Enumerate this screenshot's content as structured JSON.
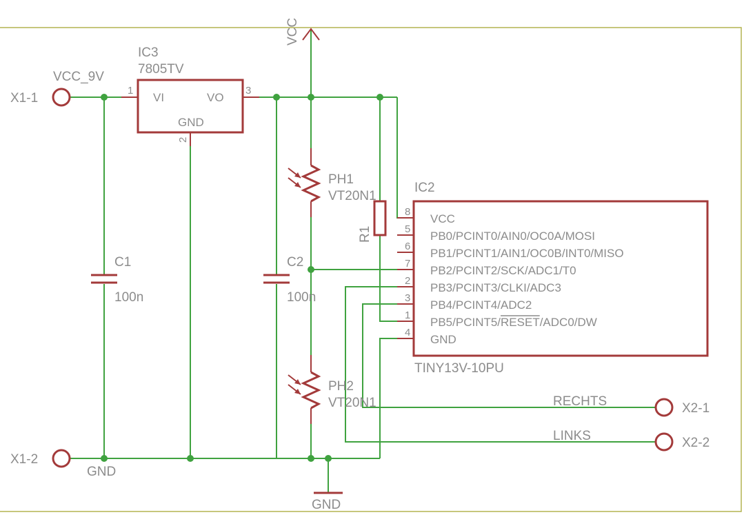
{
  "supply": {
    "vcc": "VCC",
    "vcc_9v": "VCC_9V",
    "gnd_bottom": "GND",
    "gnd_left": "GND"
  },
  "connectors": {
    "x1_1": "X1-1",
    "x1_2": "X1-2",
    "x2_1": "X2-1",
    "x2_2": "X2-2"
  },
  "ic3": {
    "name": "IC3",
    "value": "7805TV",
    "pins": {
      "vi": "VI",
      "vo": "VO",
      "gnd": "GND",
      "n1": "1",
      "n2": "2",
      "n3": "3"
    }
  },
  "capacitors": {
    "c1": {
      "name": "C1",
      "value": "100n"
    },
    "c2": {
      "name": "C2",
      "value": "100n"
    }
  },
  "photoresistors": {
    "ph1": {
      "name": "PH1",
      "value": "VT20N1"
    },
    "ph2": {
      "name": "PH2",
      "value": "VT20N1"
    }
  },
  "r1": {
    "name": "R1"
  },
  "ic2": {
    "name": "IC2",
    "value": "TINY13V-10PU",
    "pins": [
      {
        "num": "8",
        "label": "VCC"
      },
      {
        "num": "5",
        "label": "PB0/PCINT0/AIN0/OC0A/MOSI"
      },
      {
        "num": "6",
        "label": "PB1/PCINT1/AIN1/OC0B/INT0/MISO"
      },
      {
        "num": "7",
        "label": "PB2/PCINT2/SCK/ADC1/T0"
      },
      {
        "num": "2",
        "label": "PB3/PCINT3/CLKI/ADC3"
      },
      {
        "num": "3",
        "label": "PB4/PCINT4/ADC2"
      },
      {
        "num": "1",
        "label": "PB5/PCINT5/RESET/ADC0/DW",
        "overline": "RESET"
      },
      {
        "num": "4",
        "label": "GND"
      }
    ]
  },
  "nets": {
    "rechts": "RECHTS",
    "links": "LINKS"
  },
  "colors": {
    "wire": "#3fa23f",
    "part": "#a33a3a",
    "text": "#8c8c8c",
    "frame": "#b4b450"
  }
}
